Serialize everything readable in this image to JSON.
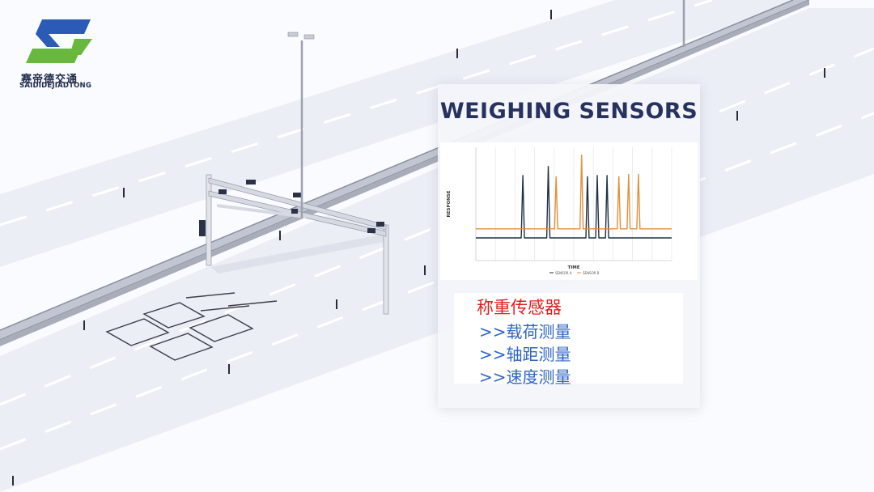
{
  "logo": {
    "name_cn": "赛帝德交通",
    "name_en": "SAIDIDEJIADTONG",
    "icon": "letter-s-logo-icon"
  },
  "panel": {
    "title": "WEIGHING SENSORS"
  },
  "features": {
    "title": "称重传感器",
    "items": [
      ">>载荷测量",
      ">>轴距测量",
      ">>速度测量"
    ]
  },
  "colors": {
    "title_navy": "#27335e",
    "feature_red": "#e21c1c",
    "feature_blue": "#2f64c6",
    "sensor_a": "#1f3246",
    "sensor_b": "#e28f3b"
  },
  "chart_data": {
    "type": "line",
    "xlabel": "TIME",
    "ylabel": "RESPONSE",
    "grid": true,
    "legend_position": "bottom",
    "x_range": [
      0,
      100
    ],
    "y_range": [
      0,
      100
    ],
    "series": [
      {
        "name": "SENSOR A",
        "color": "#1f3246",
        "baseline": 20,
        "peaks": [
          {
            "x": 24,
            "y": 75
          },
          {
            "x": 37,
            "y": 83
          },
          {
            "x": 57,
            "y": 74
          },
          {
            "x": 62,
            "y": 75
          },
          {
            "x": 67,
            "y": 75
          }
        ]
      },
      {
        "name": "SENSOR B",
        "color": "#e28f3b",
        "baseline": 28,
        "peaks": [
          {
            "x": 41,
            "y": 74
          },
          {
            "x": 54,
            "y": 93
          },
          {
            "x": 73,
            "y": 74
          },
          {
            "x": 78,
            "y": 76
          },
          {
            "x": 83,
            "y": 76
          }
        ]
      }
    ]
  }
}
